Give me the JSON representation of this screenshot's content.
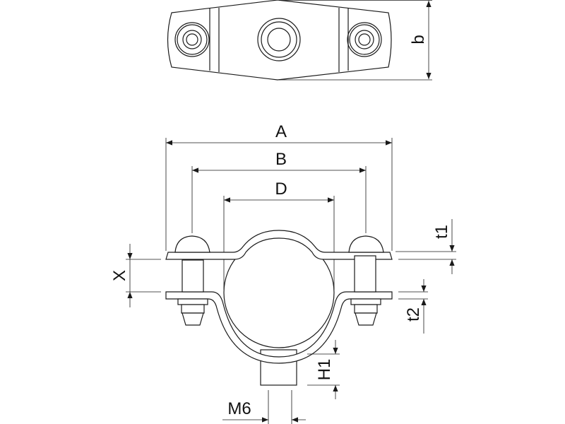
{
  "drawing": {
    "labels": {
      "A": "A",
      "B": "B",
      "D": "D",
      "b": "b",
      "t1": "t1",
      "t2": "t2",
      "X": "X",
      "H1": "H1",
      "M6": "M6"
    },
    "line_color": "#1a1a1a"
  }
}
